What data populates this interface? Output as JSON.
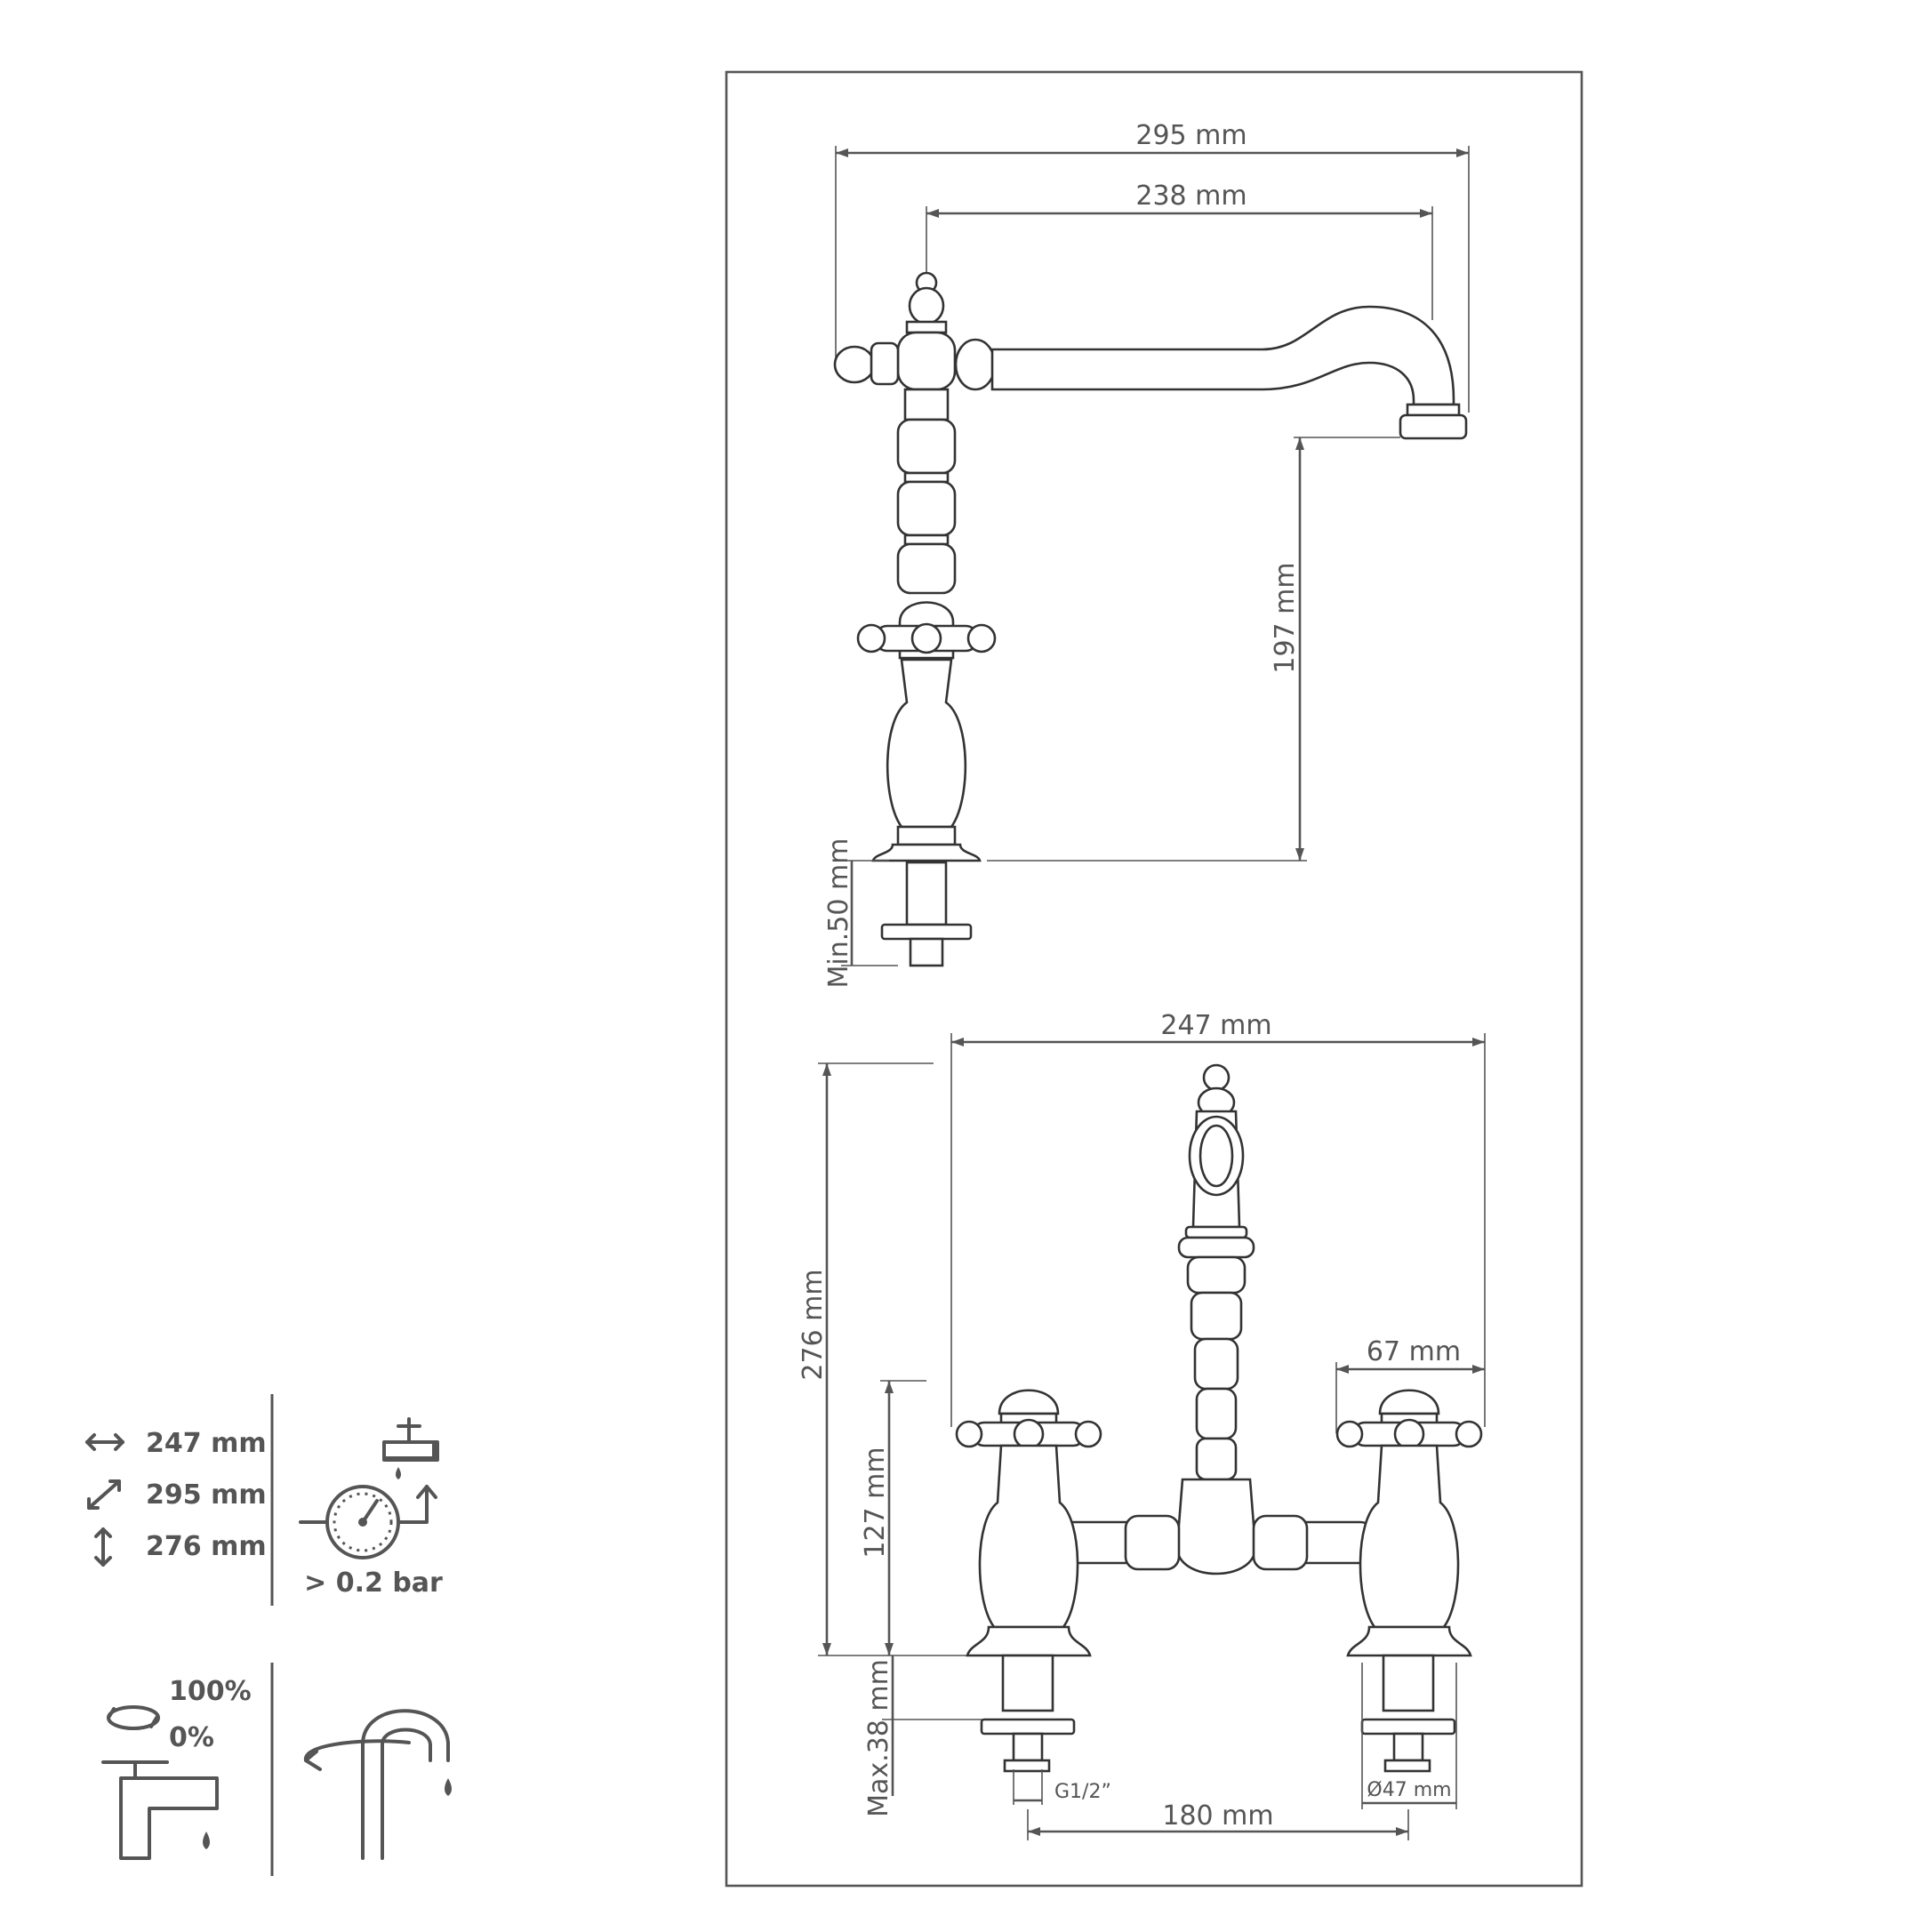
{
  "dimensions": {
    "top_total_width": "295 mm",
    "top_spout_reach": "238 mm",
    "top_spout_height": "197 mm",
    "top_min_shank": "Min.50 mm",
    "bottom_total_width": "247 mm",
    "bottom_total_height": "276 mm",
    "bottom_handle_span": "67 mm",
    "bottom_body_height": "127 mm",
    "bottom_max_shank": "Max.38 mm",
    "thread": "G1/2”",
    "base_diameter": "Ø47 mm",
    "centres": "180 mm"
  },
  "specs": {
    "width": "247 mm",
    "depth": "295 mm",
    "height": "276 mm",
    "pressure": "> 0.2 bar",
    "turn_max": "100%",
    "turn_min": "0%"
  },
  "icons": {
    "width": "horizontal-arrow-icon",
    "depth": "diagonal-arrow-icon",
    "height": "vertical-arrow-icon",
    "pressure": "pressure-gauge-icon",
    "handle_turn": "handle-rotation-icon",
    "swivel": "swivel-spout-icon"
  },
  "colors": {
    "line": "#555555",
    "outline": "#333333",
    "frame": "#555555"
  }
}
